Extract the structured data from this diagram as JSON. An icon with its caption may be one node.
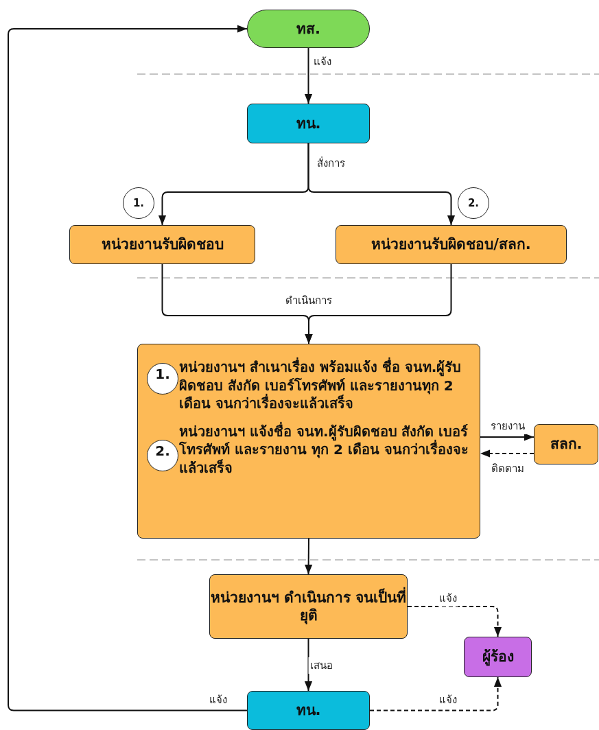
{
  "diagram": {
    "nodes": [
      {
        "text": [
          "ทส."
        ]
      },
      {
        "text": [
          "ทน."
        ]
      },
      {
        "text": [
          "1."
        ]
      },
      {
        "text": [
          "2."
        ]
      },
      {
        "text": [
          "หน่วยงานรับผิดชอบ"
        ]
      },
      {
        "text": [
          "หน่วยงานรับผิดชอบ/สลก."
        ]
      },
      {
        "text": [
          "หน่วยงานฯ สำเนาเรื่อง พร้อมแจ้ง ชื่อ จนท.ผู้รับผิดชอบ สังกัด เบอร์โทรศัพท์ และรายงานทุก 2 เดือน จนกว่าเรื่องจะแล้วเสร็จ",
          "หน่วยงานฯ แจ้งชื่อ จนท.ผู้รับผิดชอบ สังกัด เบอร์โทรศัพท์ และรายงาน ทุก 2 เดือน จนกว่าเรื่องจะแล้วเสร็จ"
        ]
      },
      {
        "text": [
          "1."
        ],
        "in": 6
      },
      {
        "text": [
          "2."
        ],
        "in": 6
      },
      {
        "text": [
          "สลก."
        ]
      },
      {
        "text": [
          "หน่วยงานฯ ดำเนินการ จนเป็นที่ยุติ"
        ]
      },
      {
        "text": [
          "ผู้ร้อง"
        ]
      },
      {
        "text": [
          "ทน."
        ]
      }
    ],
    "edges": [
      {
        "from": 0,
        "to": 1,
        "arrow": "to",
        "label": "แจ้ง"
      },
      {
        "from": 1,
        "to": 4,
        "arrow": "to",
        "label": "สั่งการ"
      },
      {
        "from": 1,
        "to": 5,
        "arrow": "to"
      },
      {
        "from": 4,
        "to": 6,
        "arrow": "to",
        "label": "ดำเนินการ"
      },
      {
        "from": 5,
        "to": 6,
        "arrow": "to"
      },
      {
        "from": 6,
        "to": 9,
        "arrow": "to",
        "label": "รายงาน"
      },
      {
        "from": 9,
        "to": 6,
        "arrow": "to",
        "label": "ติดตาม",
        "style": "dashed"
      },
      {
        "from": 6,
        "to": 10,
        "arrow": "to"
      },
      {
        "from": 10,
        "to": 11,
        "arrow": "to",
        "label": "แจ้ง",
        "style": "dashed"
      },
      {
        "from": 10,
        "to": 12,
        "arrow": "to",
        "label": "เสนอ"
      },
      {
        "from": 12,
        "to": 11,
        "arrow": "to",
        "label": "แจ้ง",
        "style": "dashed"
      },
      {
        "from": 12,
        "to": 0,
        "arrow": "to",
        "label": "แจ้ง"
      }
    ]
  }
}
